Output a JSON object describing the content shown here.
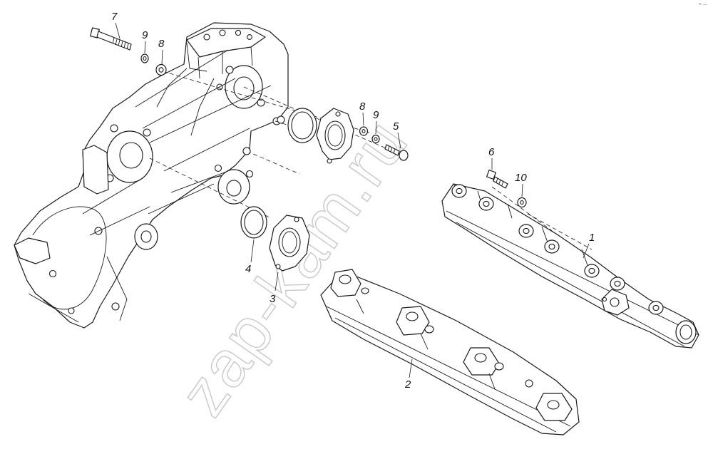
{
  "watermark": "zap-kam.ru",
  "corner_mark": "ᵃᶜ —",
  "callouts": {
    "c1": "1",
    "c2": "2",
    "c3": "3",
    "c4": "4",
    "c5": "5",
    "c6": "6",
    "c7": "7",
    "c8a": "8",
    "c8b": "8",
    "c9a": "9",
    "c9b": "9",
    "c10": "10"
  }
}
